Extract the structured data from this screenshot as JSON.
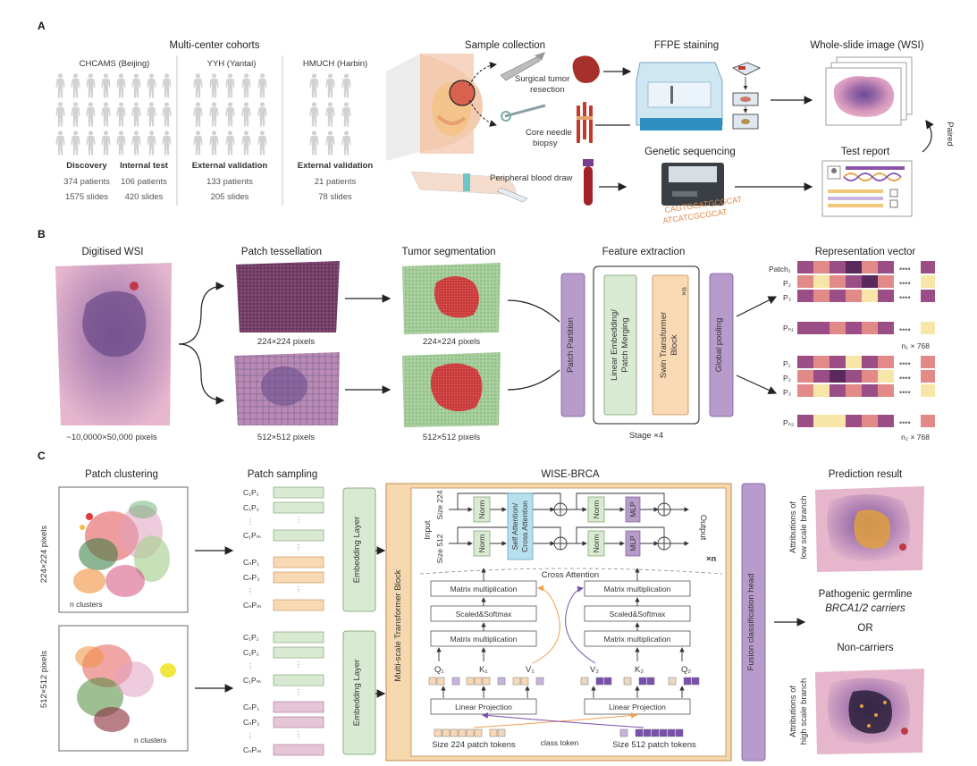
{
  "panels": {
    "a": "A",
    "b": "B",
    "c": "C"
  },
  "sectionA": {
    "cohorts_title": "Multi-center cohorts",
    "cohorts": [
      {
        "name": "CHCAMS (Beijing)"
      },
      {
        "name": "YYH (Yantai)"
      },
      {
        "name": "HMUCH (Harbin)"
      }
    ],
    "groups": [
      {
        "label": "Discovery",
        "patients": "374 patients",
        "slides": "1575 slides"
      },
      {
        "label": "Internal test",
        "patients": "106 patients",
        "slides": "420 slides"
      },
      {
        "label": "External validation",
        "patients": "133 patients",
        "slides": "205 slides"
      },
      {
        "label": "External validation",
        "patients": "21 patients",
        "slides": "78 slides"
      }
    ],
    "sample_collection": "Sample collection",
    "surgical_1": "Surgical tumor",
    "surgical_2": "resection",
    "core_1": "Core needle",
    "core_2": "biopsy",
    "blood": "Peripheral blood draw",
    "ffpe": "FFPE staining",
    "wsi": "Whole-slide image (WSI)",
    "genetic": "Genetic sequencing",
    "test_report": "Test report",
    "paired": "Paired",
    "dna_1": "CAGTGCATGCGCAT",
    "dna_2": "ATCATCGCGCAT"
  },
  "sectionB": {
    "digitised": "Digitised WSI",
    "pixels_wsi": "~10,0000×50,000 pixels",
    "patch_tess": "Patch tessellation",
    "px224": "224×224 pixels",
    "px512": "512×512 pixels",
    "tumor_seg": "Tumor segmentation",
    "feature_ext": "Feature extraction",
    "patch_partition": "Patch Partition",
    "linear_emb": "Linear Embedding/",
    "patch_merging": "Patch Merging",
    "swin_1": "Swin Transformer",
    "swin_2": "Block",
    "xn": "×n",
    "global_pool": "Global pooling",
    "stage": "Stage ×4",
    "repr_vec": "Representation vector",
    "rows1": [
      "Patch₁",
      "P₂",
      "P₃",
      "Pₙ₁"
    ],
    "rows2": [
      "P₁",
      "P₂",
      "P₃",
      "Pₙ₂"
    ],
    "dim1": "n₁ × 768",
    "dim2": "n₂ × 768"
  },
  "sectionC": {
    "patch_clustering": "Patch clustering",
    "px224": "224×224 pixels",
    "px512": "512×512 pixels",
    "n_clusters": "n clusters",
    "patch_sampling": "Patch sampling",
    "samples": [
      "C₁P₁",
      "C₁P₂",
      "C₁Pₘ",
      "CₙP₁",
      "CₙP₂",
      "CₙPₘ"
    ],
    "embedding": "Embedding Layer",
    "wise": "WISE-BRCA",
    "mstb": "Multi-scale Transformer Block",
    "input": "Input",
    "size224": "Size 224",
    "size512": "Size 512",
    "norm": "Norm",
    "self_att_1": "Self Attention/",
    "self_att_2": "Cross Attention",
    "mlp": "MLP",
    "output": "Output",
    "xn": "×n",
    "cross_att": "Cross Attention",
    "matmul": "Matrix multiplication",
    "scaled": "Scaled&Softmax",
    "q1": "Q₁",
    "k1": "K₁",
    "v1": "V₁",
    "v2": "V₂",
    "k2": "K₂",
    "q2": "Q₂",
    "linear_proj": "Linear Projection",
    "tokens224": "Size 224 patch tokens",
    "class_token": "class token",
    "tokens512": "Size 512 patch tokens",
    "fusion": "Fusion classification head",
    "prediction": "Prediction result",
    "attr_low_1": "Attributions of",
    "attr_low_2": "low scale branch",
    "attr_high_1": "Attributions of",
    "attr_high_2": "high scale branch",
    "pathogenic": "Pathogenic germline",
    "brca": "BRCA1/2 carriers",
    "or": "OR",
    "noncarriers": "Non-carriers"
  },
  "colors": {
    "green": "#d9ead3",
    "orange": "#f9d9b4",
    "purple": "#b79ccb",
    "pink": "#e6c6d6",
    "lightpurple": "#c8b4dc",
    "blue": "#b7e0ef",
    "heat1": "#5a2a5e",
    "heat2": "#9b4e86",
    "heat3": "#e28a87",
    "heat4": "#f7e6a8"
  }
}
